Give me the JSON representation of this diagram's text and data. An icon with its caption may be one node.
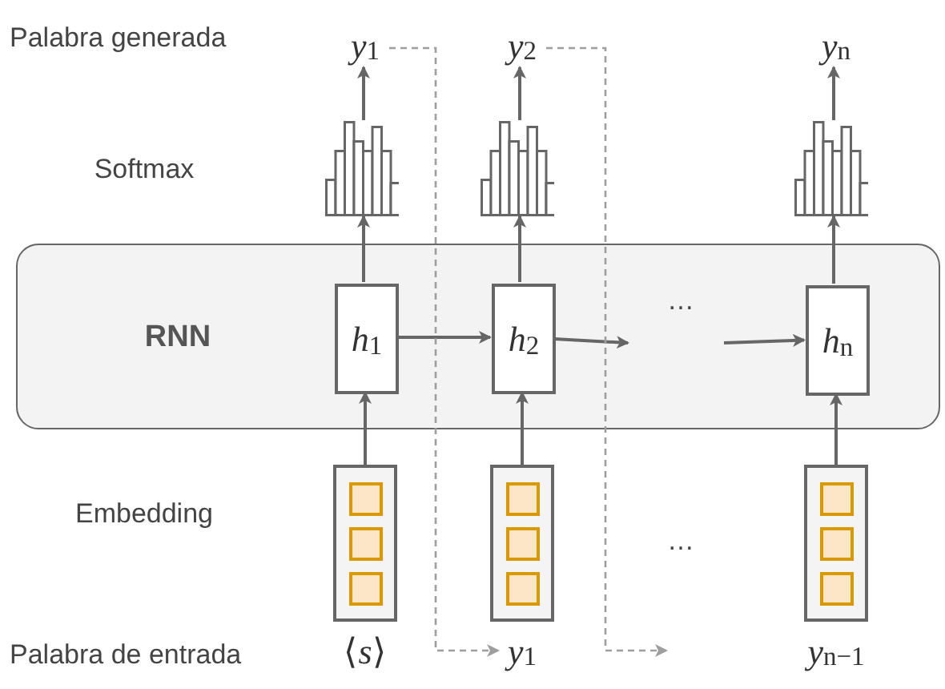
{
  "diagram": {
    "nodes": [
      {
        "text": [
          "RNN"
        ]
      },
      {
        "text": [
          "*h*$_{1}$"
        ],
        "in": 0
      },
      {
        "text": [
          "*h*$_{2}$"
        ],
        "in": 0
      },
      {
        "text": [
          "*h*$_{n}$"
        ],
        "in": 0
      },
      {
        "text": [],
        "shape": "bar"
      },
      {
        "text": [],
        "shape": "bar"
      },
      {
        "text": [],
        "shape": "bar"
      },
      {
        "text": [],
        "shape": "box"
      },
      {
        "text": [],
        "shape": "box"
      },
      {
        "text": [],
        "shape": "box"
      },
      {
        "text": [
          "*y*$_{1}$"
        ]
      },
      {
        "text": [
          "*y*$_{2}$"
        ]
      },
      {
        "text": [
          "*y*$_{n}$"
        ]
      },
      {
        "text": [
          "⟨*s*⟩"
        ]
      },
      {
        "text": [
          "*y*$_{1}$"
        ]
      },
      {
        "text": [
          "*y*$_{n−1}$"
        ]
      }
    ],
    "edges": [
      {
        "from": 7,
        "to": 1,
        "arrow": "to"
      },
      {
        "from": 8,
        "to": 2,
        "arrow": "to"
      },
      {
        "from": 9,
        "to": 3,
        "arrow": "to"
      },
      {
        "from": 1,
        "to": 4,
        "arrow": "to"
      },
      {
        "from": 2,
        "to": 5,
        "arrow": "to"
      },
      {
        "from": 3,
        "to": 6,
        "arrow": "to"
      },
      {
        "from": 4,
        "to": 10,
        "arrow": "to"
      },
      {
        "from": 5,
        "to": 11,
        "arrow": "to"
      },
      {
        "from": 6,
        "to": 12,
        "arrow": "to"
      },
      {
        "from": 1,
        "to": 2,
        "arrow": "to"
      },
      {
        "from": 2,
        "to": null,
        "arrow": "to"
      },
      {
        "from": null,
        "to": 3,
        "arrow": "to"
      },
      {
        "from": 10,
        "to": 14,
        "arrow": "to",
        "style": "dashed",
        "color": "#9e9e9e"
      },
      {
        "from": 11,
        "to": null,
        "arrow": "to",
        "style": "dashed",
        "color": "#9e9e9e"
      }
    ],
    "labels": [
      "Palabra generada",
      "Softmax",
      "…",
      "Embedding",
      "…",
      "Palabra de entrada"
    ]
  }
}
